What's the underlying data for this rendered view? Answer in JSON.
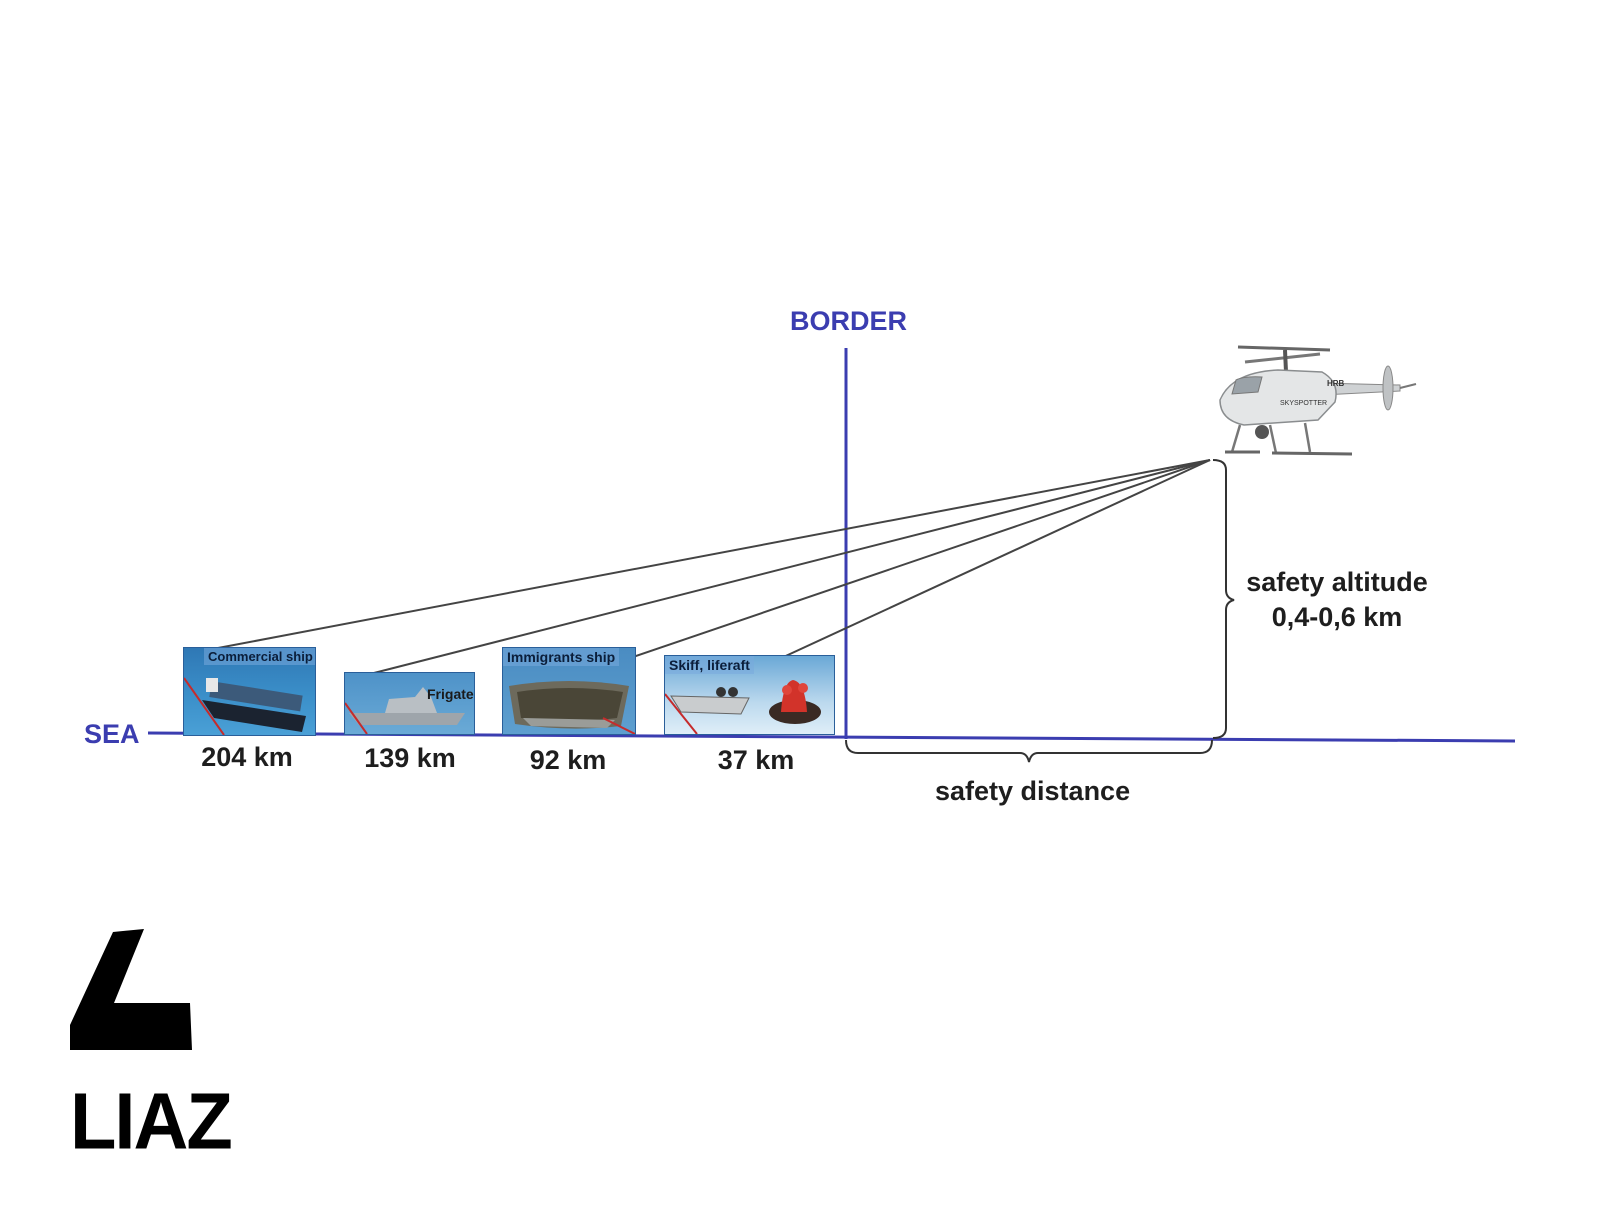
{
  "labels": {
    "border": "BORDER",
    "sea": "SEA",
    "safety_altitude_line1": "safety altitude",
    "safety_altitude_line2": "0,4-0,6 km",
    "safety_distance": "safety distance"
  },
  "targets": [
    {
      "caption": "Commercial ship",
      "distance": "204 km"
    },
    {
      "caption": "Frigate",
      "distance": "139 km"
    },
    {
      "caption": "Immigrants ship",
      "distance": "92 km"
    },
    {
      "caption": "Skiff, liferaft",
      "distance": "37 km"
    }
  ],
  "drone_markings": {
    "hull_text": "SKYSPOTTER",
    "tail_text": "HRB"
  },
  "logo": {
    "text": "LIAZ"
  },
  "colors": {
    "line_blue": "#3b3db0",
    "sightline": "#444444",
    "bracket": "#333333",
    "card_sea": "#2f78b5"
  }
}
